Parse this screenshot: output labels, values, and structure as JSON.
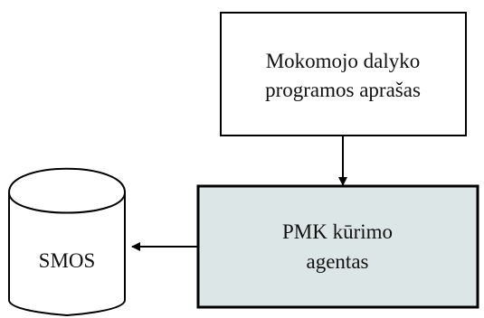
{
  "diagram": {
    "nodes": {
      "description": {
        "lines": [
          "Mokomojo dalyko",
          "programos aprašas"
        ],
        "fill": "#ffffff",
        "stroke": "#000000"
      },
      "agent": {
        "lines": [
          "PMK kūrimo",
          "agentas"
        ],
        "fill": "#dde6e6",
        "stroke": "#000000"
      },
      "database": {
        "label": "SMOS",
        "shape": "cylinder",
        "fill": "#ffffff",
        "stroke": "#000000"
      }
    },
    "edges": [
      {
        "from": "description",
        "to": "agent"
      },
      {
        "from": "agent",
        "to": "database"
      }
    ]
  }
}
